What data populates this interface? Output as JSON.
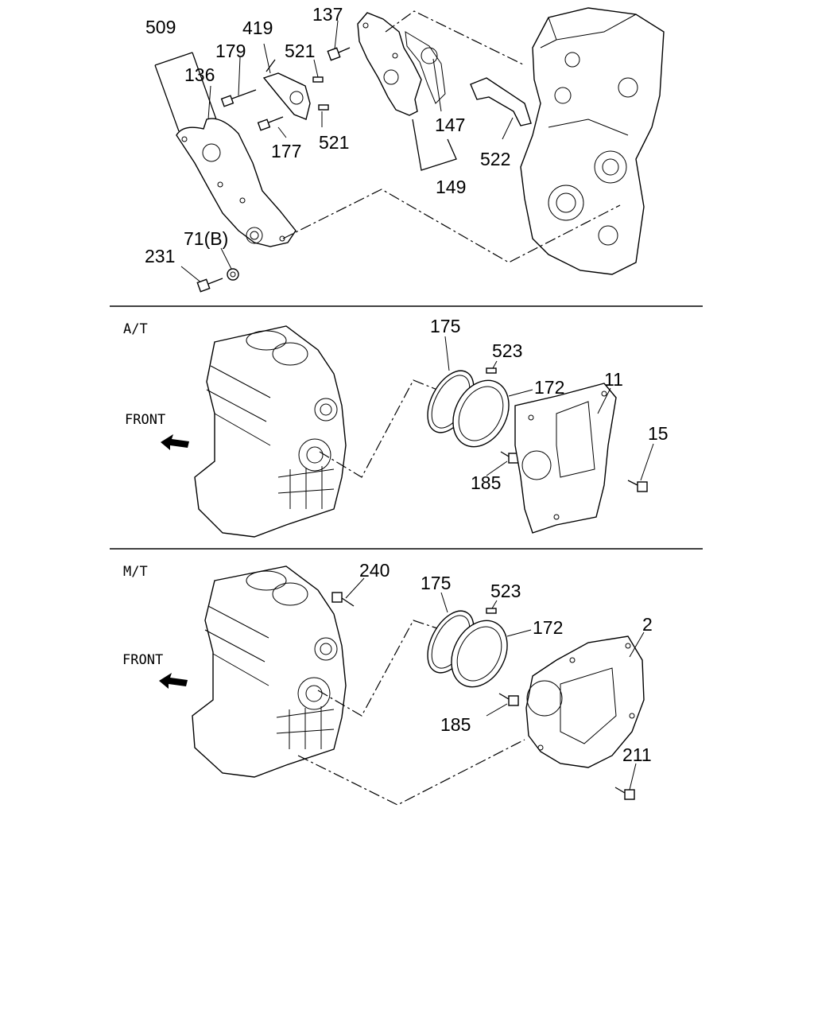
{
  "sections": [
    {
      "label": ""
    },
    {
      "label": "A/T"
    },
    {
      "label": "M/T"
    }
  ],
  "front_label": "FRONT",
  "callouts": {
    "top": [
      "509",
      "136",
      "179",
      "419",
      "521",
      "137",
      "147",
      "149",
      "177",
      "521",
      "522",
      "71(B)",
      "231"
    ],
    "at": [
      "175",
      "523",
      "172",
      "11",
      "15",
      "185"
    ],
    "mt": [
      "240",
      "175",
      "523",
      "172",
      "2",
      "185",
      "211"
    ]
  }
}
